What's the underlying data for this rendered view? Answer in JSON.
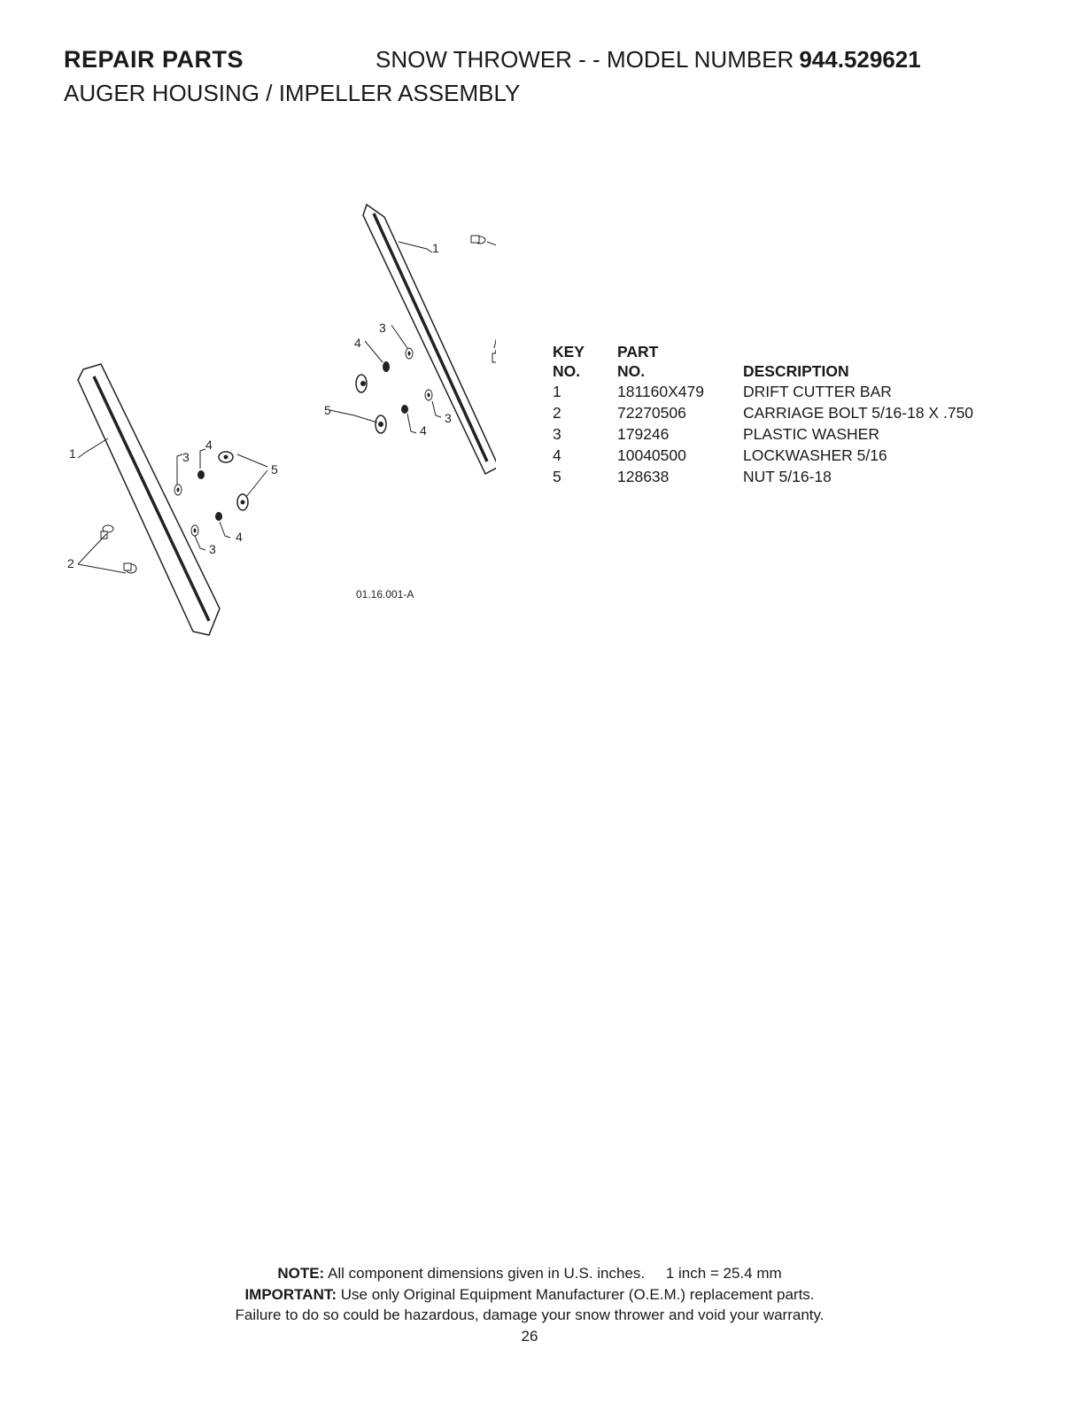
{
  "header": {
    "repair_parts": "REPAIR PARTS",
    "snow_thrower": "SNOW THROWER - - MODEL NUMBER",
    "model_number": "944.529621",
    "subtitle": "AUGER HOUSING / IMPELLER ASSEMBLY"
  },
  "diagram": {
    "reference": "01.16.001-A",
    "callouts": {
      "right_1": "1",
      "right_2": "2",
      "right_3a": "3",
      "right_4a": "4",
      "right_5": "5",
      "right_4b": "4",
      "right_3b": "3",
      "left_1": "1",
      "left_3a": "3",
      "left_4a": "4",
      "left_5": "5",
      "left_4b": "4",
      "left_3b": "3",
      "left_2": "2"
    }
  },
  "parts_table": {
    "headers": {
      "key_line1": "KEY",
      "key_line2": "NO.",
      "part_line1": "PART",
      "part_line2": "NO.",
      "description": "DESCRIPTION"
    },
    "rows": [
      {
        "key": "1",
        "part": "181160X479",
        "description": "DRIFT CUTTER BAR"
      },
      {
        "key": "2",
        "part": "72270506",
        "description": "CARRIAGE BOLT 5/16-18 X .750"
      },
      {
        "key": "3",
        "part": "179246",
        "description": "PLASTIC WASHER"
      },
      {
        "key": "4",
        "part": "10040500",
        "description": "LOCKWASHER 5/16"
      },
      {
        "key": "5",
        "part": "128638",
        "description": "NUT 5/16-18"
      }
    ]
  },
  "footer": {
    "note_label": "NOTE:",
    "note_text": "All component dimensions given in U.S. inches.",
    "conversion": "1 inch = 25.4 mm",
    "important_label": "IMPORTANT:",
    "important_text": "Use only Original Equipment Manufacturer (O.E.M.) replacement parts.",
    "warning": "Failure to do so could be hazardous, damage your snow thrower and void your warranty.",
    "page_number": "26"
  }
}
